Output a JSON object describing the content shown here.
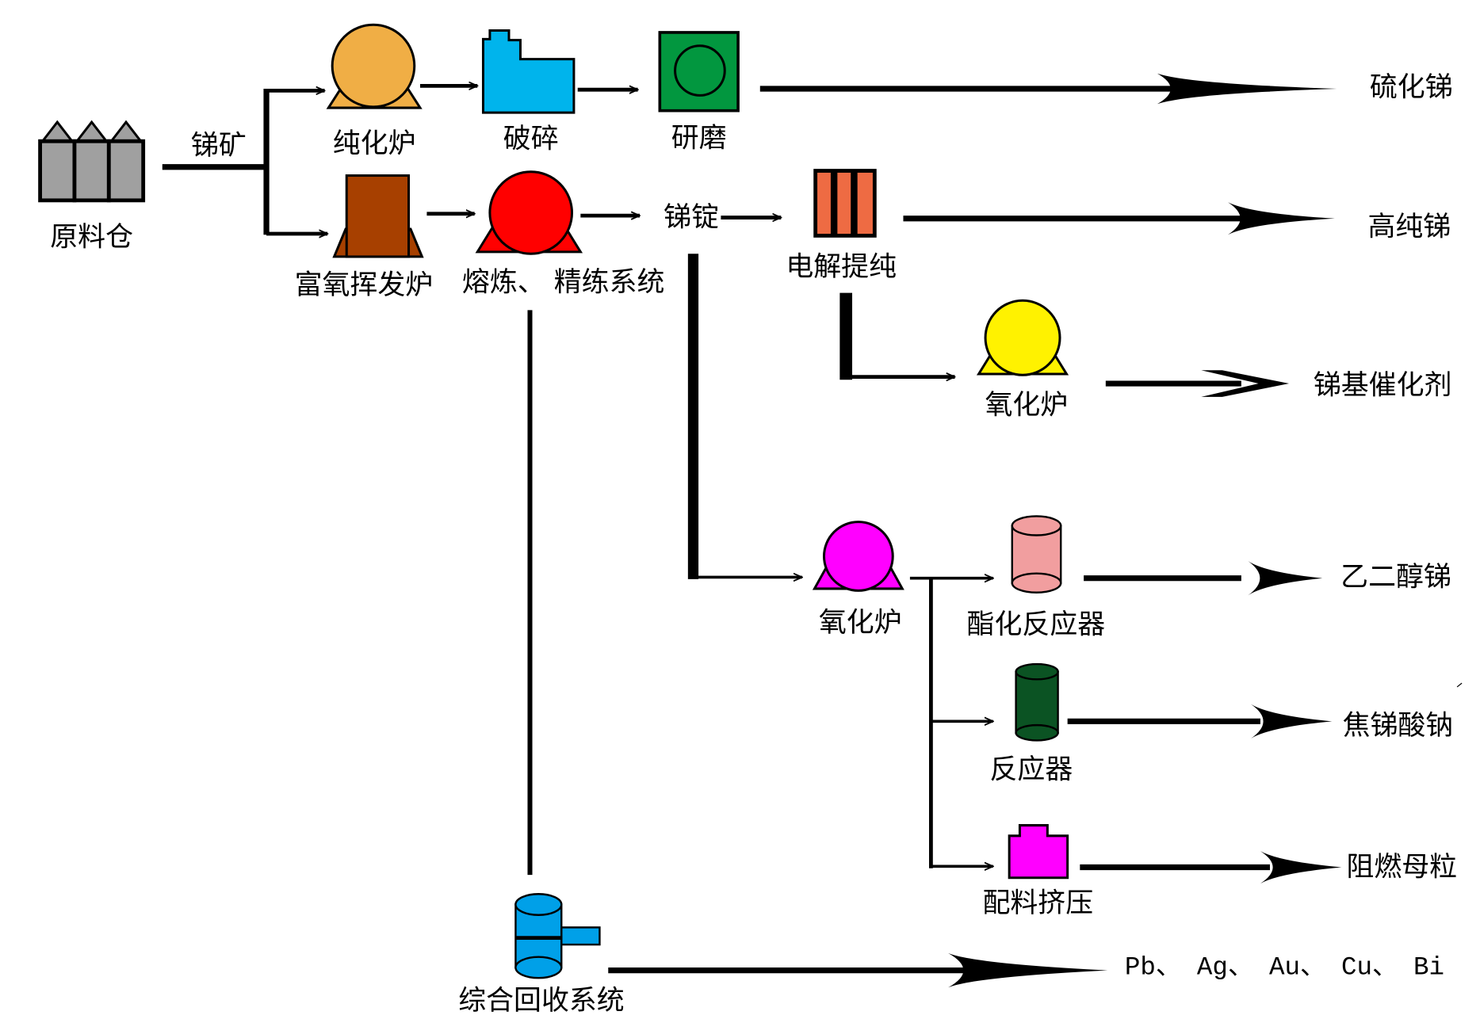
{
  "title": "锑冶炼及深加工工艺流程",
  "colors": {
    "silo": "#a0a0a0",
    "purification_furnace": "#f0ae45",
    "crusher": "#00b4ec",
    "grinder": "#02973f",
    "grinder_inner": "#02973f",
    "volatilization_furnace": "#a74000",
    "smelting": "#ff0000",
    "electrolysis_bars": "#ee6b43",
    "oxidation_furnace_upper": "#fff200",
    "oxidation_furnace_lower": "#ff00ff",
    "esterification_reactor": "#f19e9f",
    "reactor": "#0b5323",
    "extrusion": "#ff00ff",
    "recovery_system": "#00a0e8",
    "line": "#000000"
  },
  "nodes": {
    "silo": "原料仓",
    "ore_label": "锑矿",
    "purification_furnace": "纯化炉",
    "crusher": "破碎",
    "grinder": "研磨",
    "volatilization_furnace": "富氧挥发炉",
    "smelting": "熔炼、 精练系统",
    "ingot": "锑锭",
    "electrolysis": "电解提纯",
    "oxidation_furnace_upper": "氧化炉",
    "oxidation_furnace_lower": "氧化炉",
    "esterification_reactor": "酯化反应器",
    "reactor": "反应器",
    "extrusion": "配料挤压",
    "recovery_system": "综合回收系统"
  },
  "products": {
    "antimony_sulfide": "硫化锑",
    "high_purity_antimony": "高纯锑",
    "antimony_catalyst": "锑基催化剂",
    "antimony_glycol": "乙二醇锑",
    "sodium_pyroantimonate": "焦锑酸钠",
    "flame_retardant_masterbatch": "阻燃母粒",
    "recovered_metals": "Pb、 Ag、 Au、 Cu、 Bi"
  }
}
